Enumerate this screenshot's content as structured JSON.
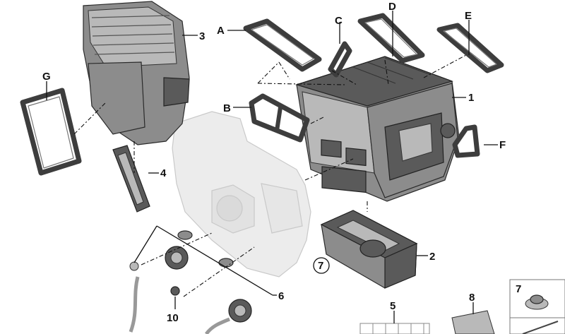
{
  "callouts": {
    "A": "A",
    "B": "B",
    "C": "C",
    "D": "D",
    "E": "E",
    "F": "F",
    "G": "G",
    "n1": "1",
    "n2": "2",
    "n3": "3",
    "n4": "4",
    "n5": "5",
    "n6": "6",
    "n7": "7",
    "n8": "8",
    "n10": "10"
  },
  "sidebox": {
    "label": "7"
  }
}
